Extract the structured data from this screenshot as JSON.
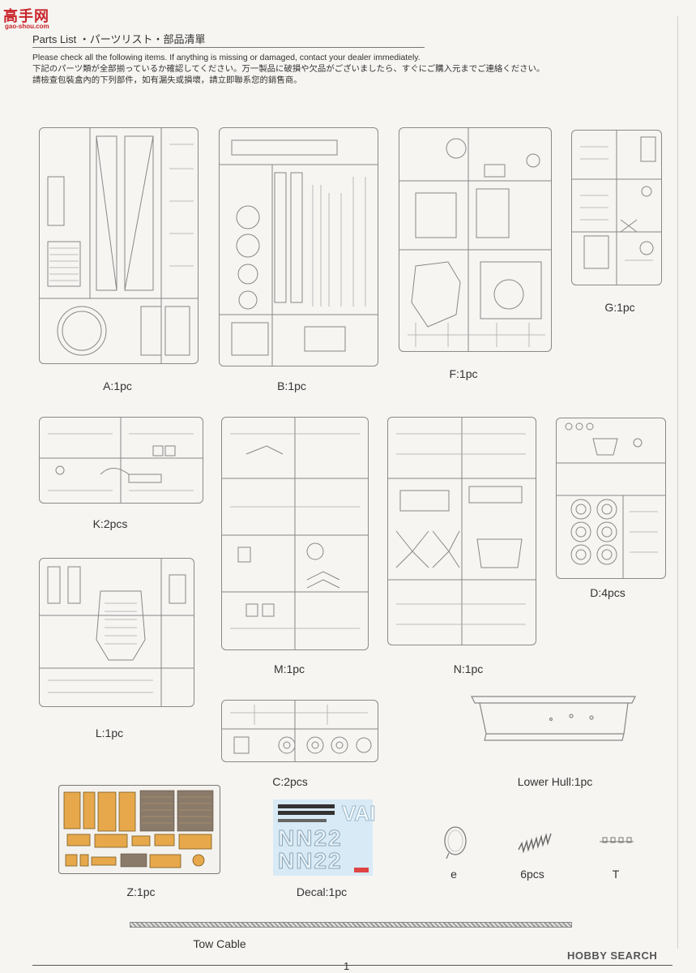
{
  "watermark": {
    "title": "高手网",
    "url": "gao-shou.com"
  },
  "header": {
    "title": "Parts List ・パーツリスト・部品清單",
    "line_en": "Please check all the following items. If anything is missing or damaged, contact your dealer immediately.",
    "line_ja": "下記のパーツ類が全部揃っているか確認してください。万一製品に破損や欠品がございましたら、すぐにご購入元までご連絡ください。",
    "line_zh": "請檢查包裝盒內的下列部件，如有漏失或損壞，請立即聯系您的銷售商。"
  },
  "parts": {
    "A": "A:1pc",
    "B": "B:1pc",
    "F": "F:1pc",
    "G": "G:1pc",
    "K": "K:2pcs",
    "M": "M:1pc",
    "N": "N:1pc",
    "D": "D:4pcs",
    "L": "L:1pc",
    "C": "C:2pcs",
    "lower_hull": "Lower Hull:1pc",
    "Z": "Z:1pc",
    "decal": "Decal:1pc",
    "e": "e",
    "springs": "6pcs",
    "T": "T",
    "tow_cable": "Tow Cable"
  },
  "decal_text": {
    "big1": "NN22",
    "big2": "NN22",
    "small": "VAI"
  },
  "footer": {
    "page": "1",
    "brand": "HOBBY SEARCH"
  },
  "colors": {
    "pe_gold": "#e6a84a",
    "decal_bg": "#d8eaf5",
    "outline": "#8a8a8a"
  }
}
